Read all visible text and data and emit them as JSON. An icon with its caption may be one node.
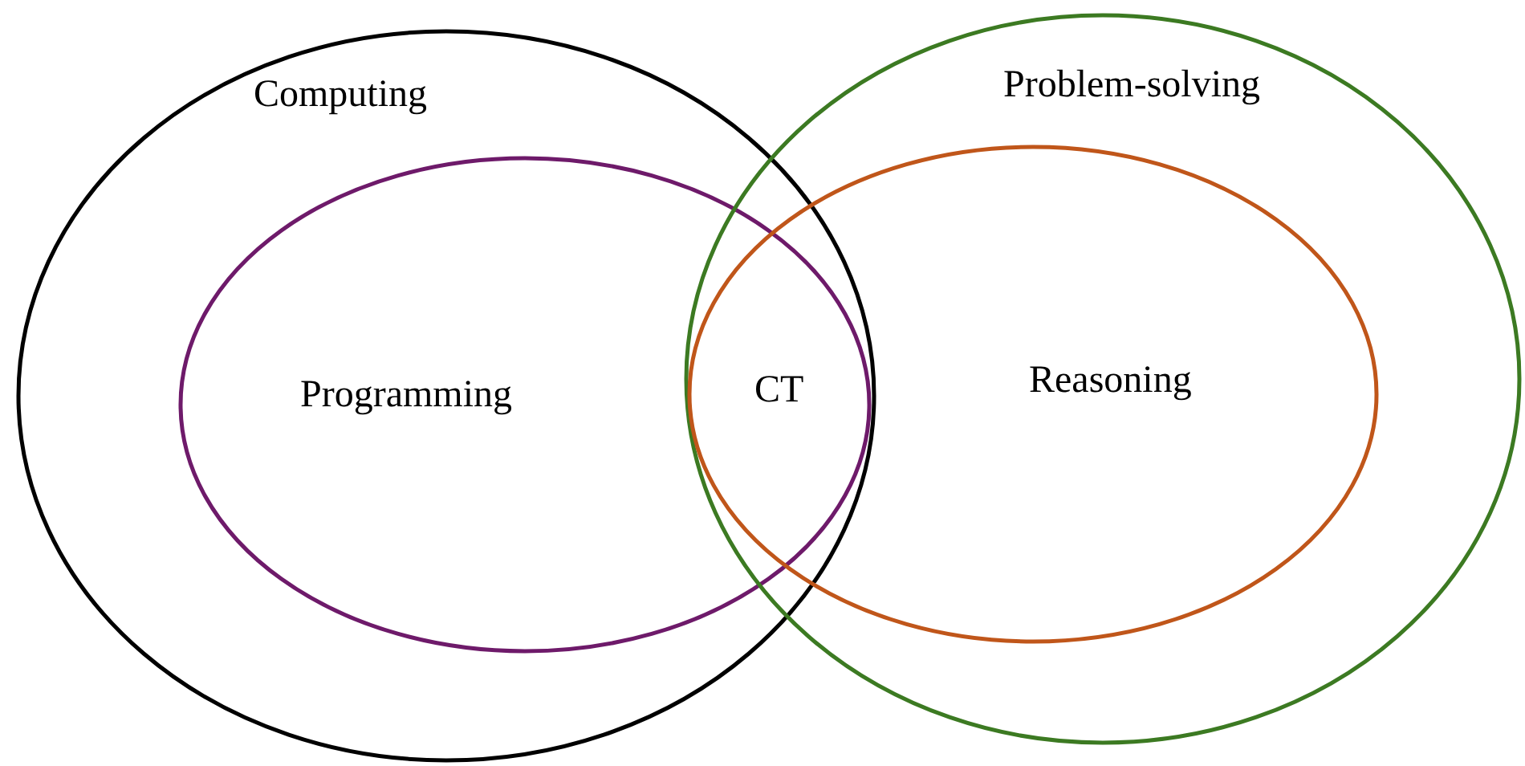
{
  "diagram": {
    "nodes": [
      {
        "text": [
          "Computing"
        ]
      },
      {
        "text": [
          "Programming"
        ],
        "in": 0
      },
      {
        "text": [
          "Problem-solving"
        ]
      },
      {
        "text": [
          "Reasoning"
        ],
        "in": 2
      }
    ],
    "labels": [
      "CT"
    ]
  }
}
